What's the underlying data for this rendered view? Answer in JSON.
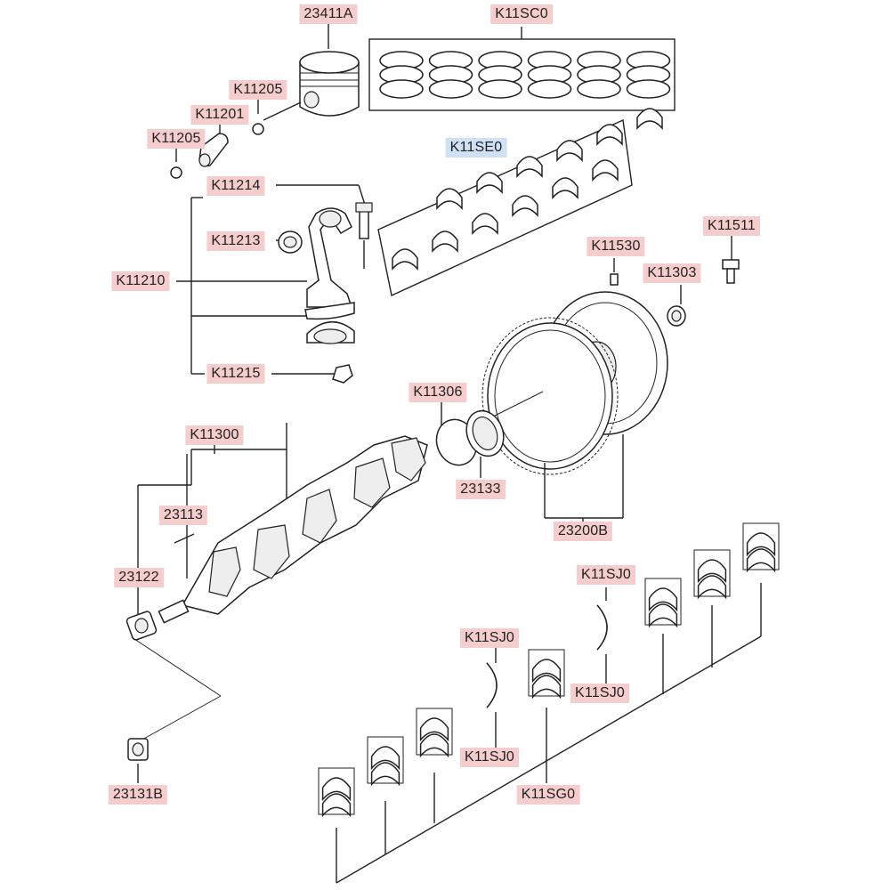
{
  "diagram": {
    "labels": [
      {
        "id": "23411A",
        "text": "23411A"
      },
      {
        "id": "K11SC0",
        "text": "K11SC0"
      },
      {
        "id": "K11205_top",
        "text": "K11205"
      },
      {
        "id": "K11201",
        "text": "K11201"
      },
      {
        "id": "K11205_bot",
        "text": "K11205"
      },
      {
        "id": "K11SE0",
        "text": "K11SE0"
      },
      {
        "id": "K11214",
        "text": "K11214"
      },
      {
        "id": "K11213",
        "text": "K11213"
      },
      {
        "id": "K11210",
        "text": "K11210"
      },
      {
        "id": "K11215",
        "text": "K11215"
      },
      {
        "id": "K11530",
        "text": "K11530"
      },
      {
        "id": "K11511",
        "text": "K11511"
      },
      {
        "id": "K11303",
        "text": "K11303"
      },
      {
        "id": "K11306",
        "text": "K11306"
      },
      {
        "id": "23133",
        "text": "23133"
      },
      {
        "id": "K11300",
        "text": "K11300"
      },
      {
        "id": "23113",
        "text": "23113"
      },
      {
        "id": "23122",
        "text": "23122"
      },
      {
        "id": "23200B",
        "text": "23200B"
      },
      {
        "id": "K11SJ0_a",
        "text": "K11SJ0"
      },
      {
        "id": "K11SJ0_b",
        "text": "K11SJ0"
      },
      {
        "id": "K11SJ0_c",
        "text": "K11SJ0"
      },
      {
        "id": "K11SJ0_d",
        "text": "K11SJ0"
      },
      {
        "id": "K11SG0",
        "text": "K11SG0"
      },
      {
        "id": "23131B",
        "text": "23131B"
      }
    ],
    "selected_label": "K11SE0",
    "colors": {
      "label_bg": "#f6cdcd",
      "selected_bg": "#cfe1f5",
      "line": "#222222"
    }
  }
}
